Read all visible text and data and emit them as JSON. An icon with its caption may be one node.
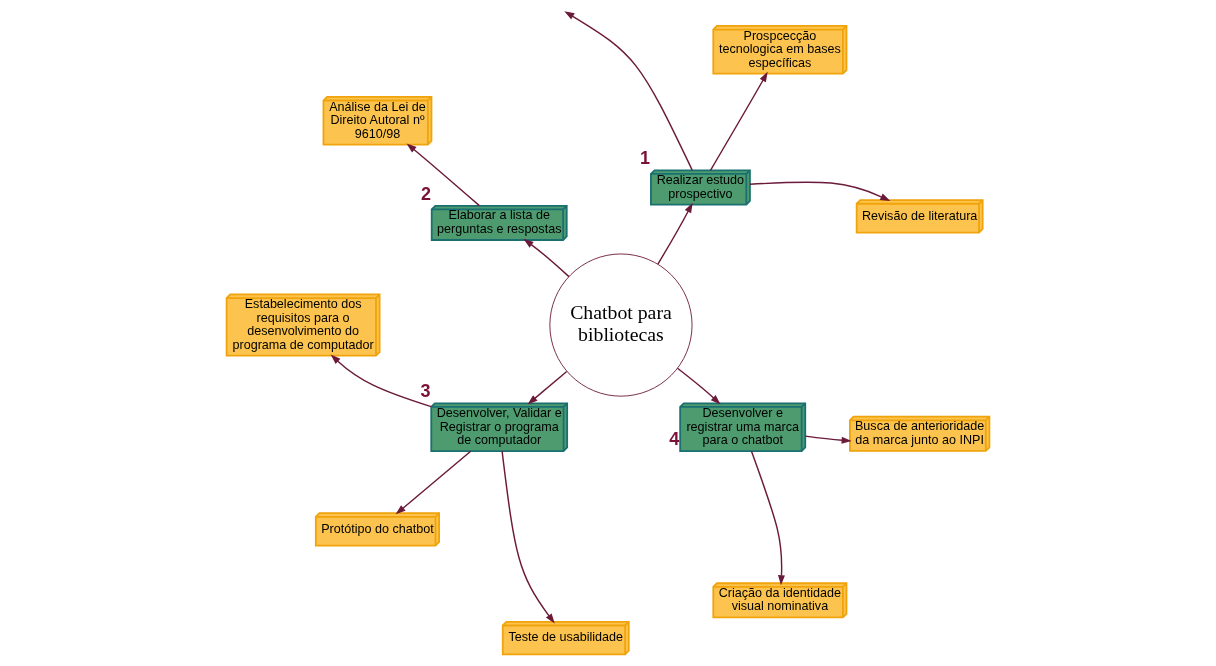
{
  "diagram": {
    "nodes": [
      {
        "text": [
          "Chatbot para bibliotecas"
        ]
      },
      {
        "text": [
          "Realizar estudo prospectivo"
        ],
        "beside": [
          "1"
        ]
      },
      {
        "text": [
          "Revisão de literatura"
        ]
      },
      {
        "text": [
          "Prospcecção tecnologica em bases específicas"
        ]
      },
      {
        "text": [
          "Elaborar a lista de perguntas e respostas"
        ],
        "beside": [
          "2"
        ]
      },
      {
        "text": [
          "Análise da Lei de Direito Autoral nº 9610/98"
        ]
      },
      {
        "text": [
          "Desenvolver, Validar e Registrar o programa de computador"
        ],
        "beside": [
          "3"
        ]
      },
      {
        "text": [
          "Estabelecimento dos requisitos para o desenvolvimento do programa de computador"
        ]
      },
      {
        "text": [
          "Protótipo do chatbot"
        ]
      },
      {
        "text": [
          "Teste de usabilidade"
        ]
      },
      {
        "text": [
          "Desenvolver e registrar uma marca para o chatbot"
        ],
        "beside": [
          "4"
        ]
      },
      {
        "text": [
          "Criação da identidade visual nominativa"
        ]
      },
      {
        "text": [
          "Busca de anterioridade da marca junto ao INPI"
        ]
      }
    ],
    "edges": [
      {
        "from": 0,
        "to": 1,
        "arrow": "to"
      },
      {
        "from": 1,
        "to": 2,
        "arrow": "to"
      },
      {
        "from": 1,
        "to": null,
        "arrow": "to"
      },
      {
        "from": 1,
        "to": 3,
        "arrow": "to"
      },
      {
        "from": 0,
        "to": 4,
        "arrow": "to"
      },
      {
        "from": 4,
        "to": 5,
        "arrow": "to"
      },
      {
        "from": 0,
        "to": 6,
        "arrow": "to"
      },
      {
        "from": 6,
        "to": 7,
        "arrow": "to"
      },
      {
        "from": 6,
        "to": 8,
        "arrow": "to"
      },
      {
        "from": 6,
        "to": 9,
        "arrow": "to"
      },
      {
        "from": 0,
        "to": 10,
        "arrow": "to"
      },
      {
        "from": 10,
        "to": 11,
        "arrow": "to"
      },
      {
        "from": 10,
        "to": 12,
        "arrow": "to"
      }
    ]
  }
}
